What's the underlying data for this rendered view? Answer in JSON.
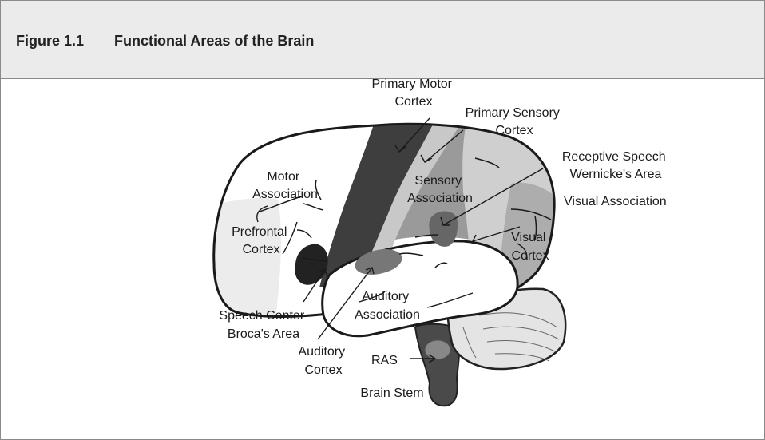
{
  "figure": {
    "number": "Figure 1.1",
    "title": "Functional Areas of the Brain"
  },
  "labels": {
    "primary_motor_cortex": [
      "Primary Motor",
      "Cortex"
    ],
    "primary_sensory_cortex": [
      "Primary Sensory",
      "Cortex"
    ],
    "receptive_speech": [
      "Receptive Speech",
      "Wernicke's Area"
    ],
    "visual_association": "Visual Association",
    "motor_association": [
      "Motor",
      "Association"
    ],
    "sensory_association": [
      "Sensory",
      "Association"
    ],
    "prefrontal_cortex": [
      "Prefrontal",
      "Cortex"
    ],
    "visual_cortex": [
      "Visual",
      "Cortex"
    ],
    "auditory_association": [
      "Auditory",
      "Association"
    ],
    "speech_center": [
      "Speech Center",
      "Broca's Area"
    ],
    "auditory_cortex": [
      "Auditory",
      "Cortex"
    ],
    "ras": "RAS",
    "brain_stem": "Brain Stem"
  }
}
